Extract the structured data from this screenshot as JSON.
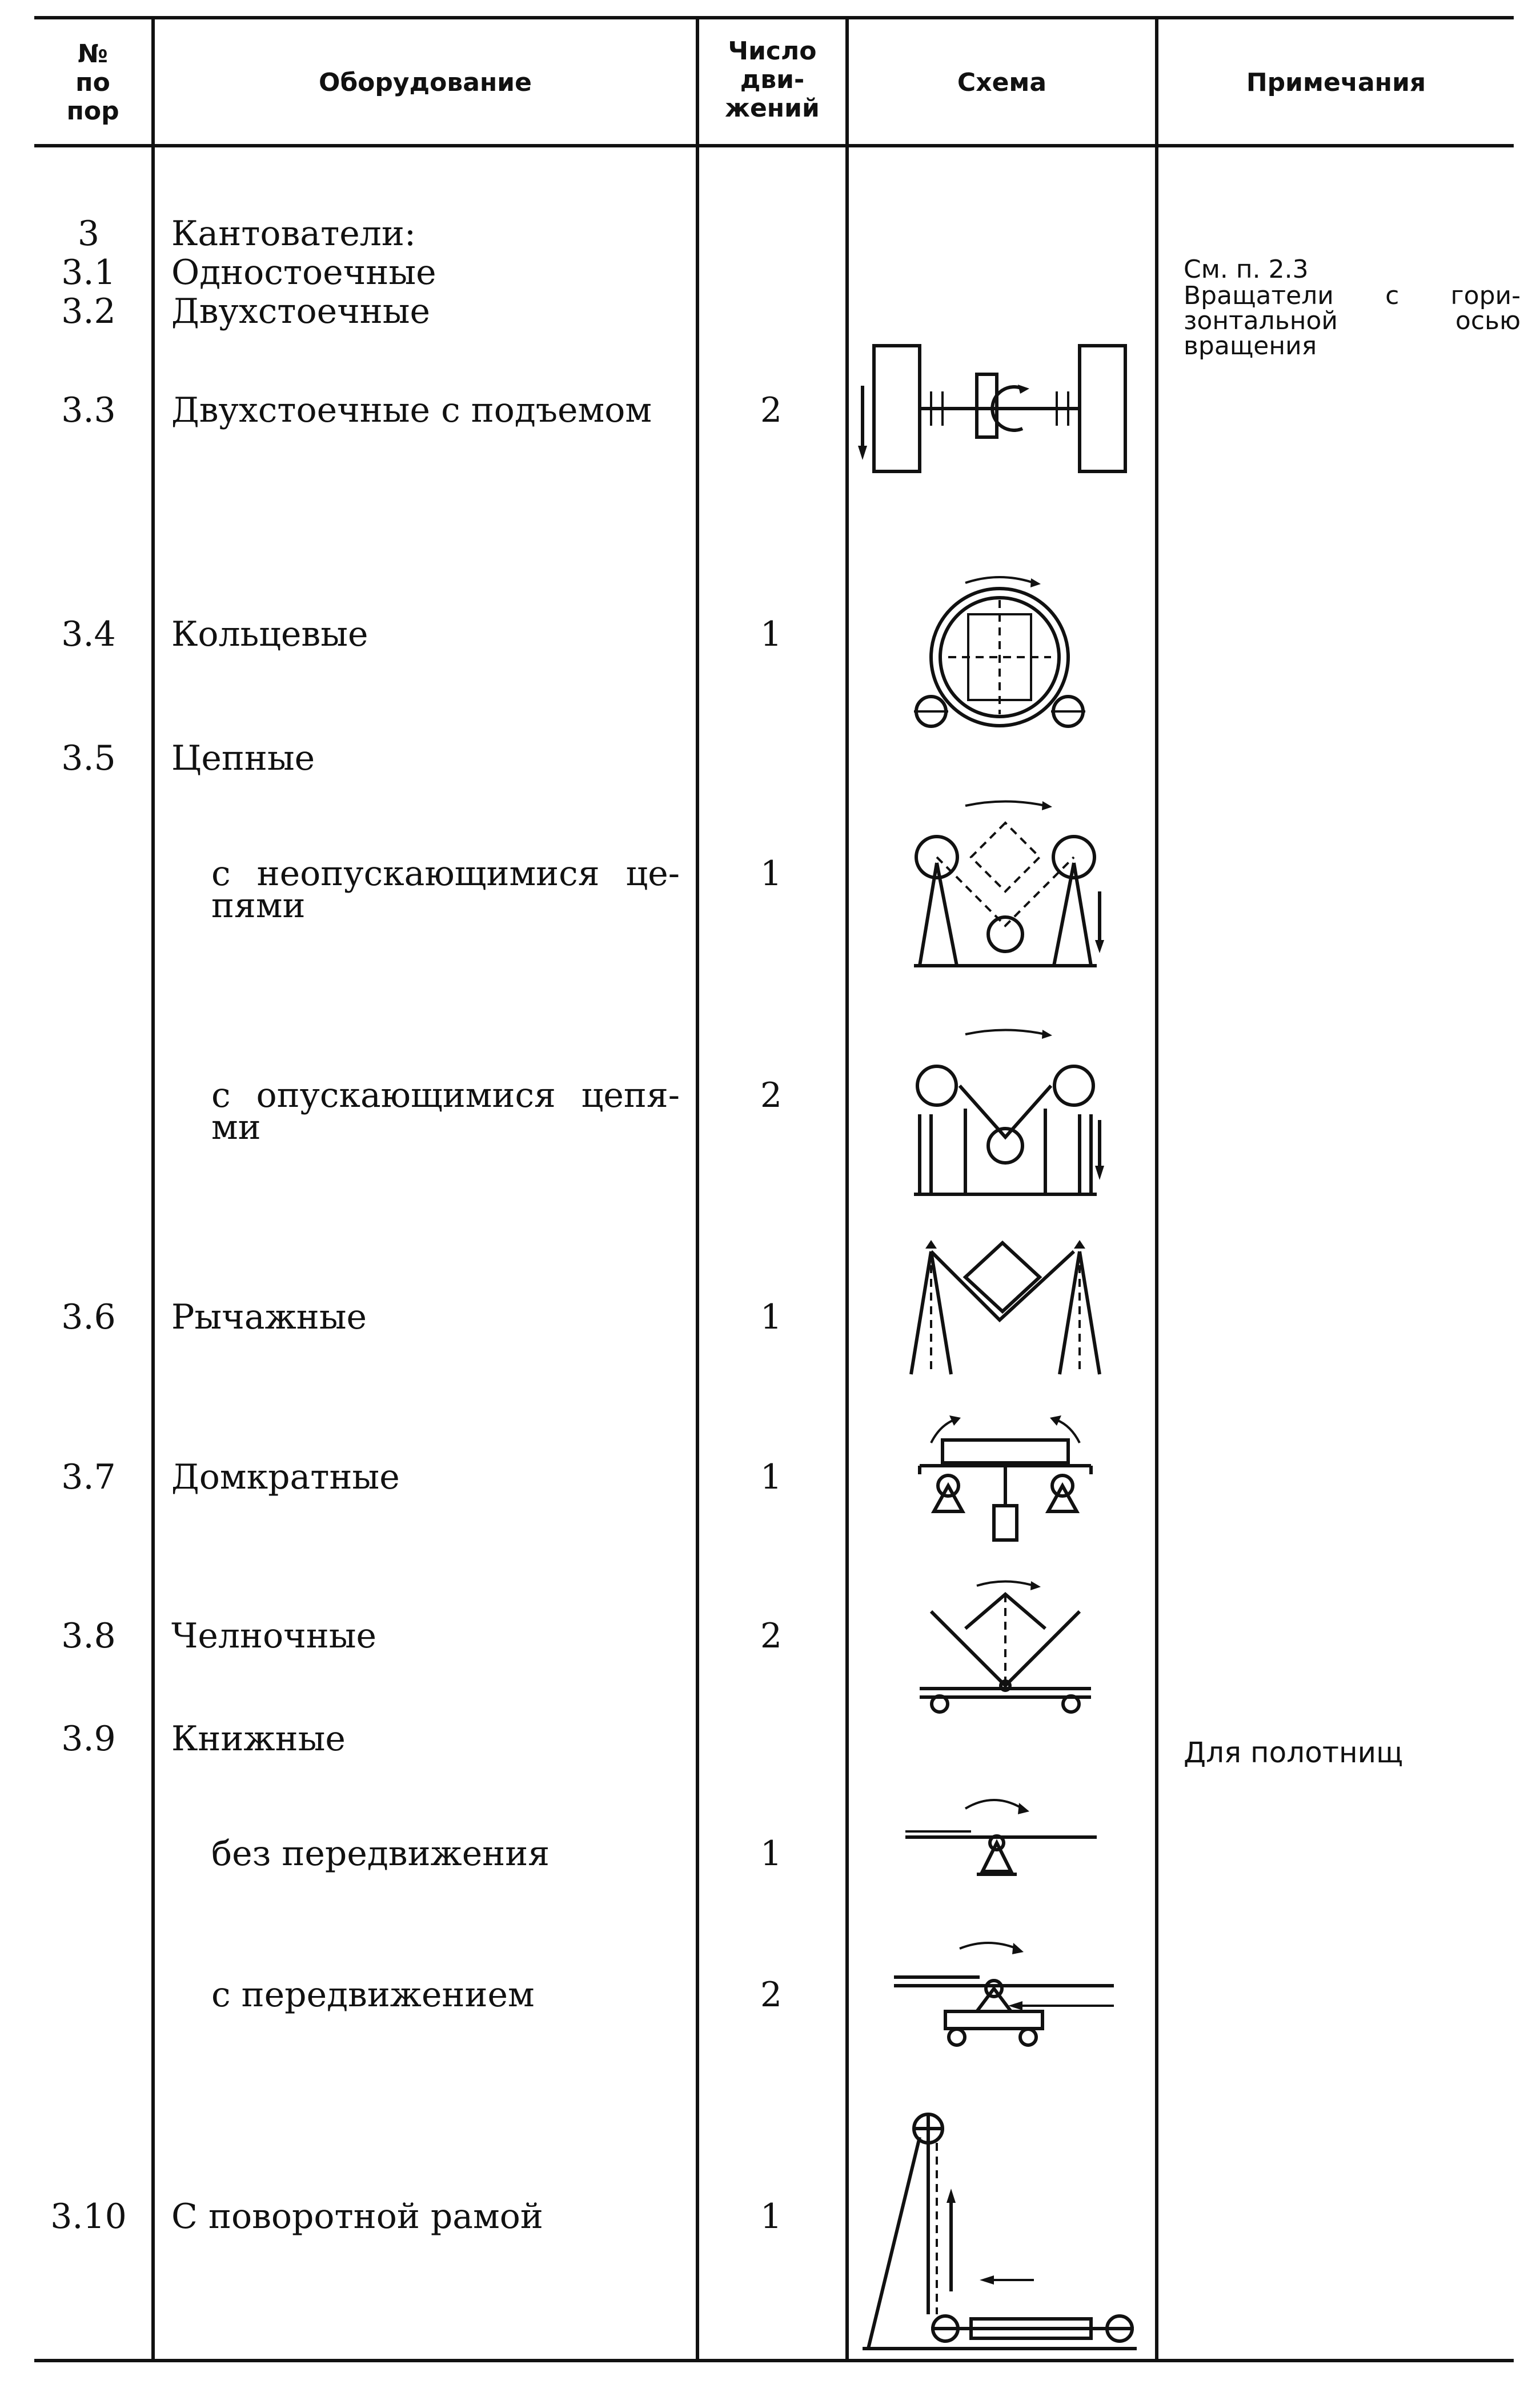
{
  "header": {
    "col_num": [
      "№",
      "по",
      "пор"
    ],
    "col_equipment": "Оборудование",
    "col_count": [
      "Число",
      "дви-",
      "жений"
    ],
    "col_scheme": "Схема",
    "col_notes": "Примечания"
  },
  "rows": [
    {
      "num": "3",
      "equipment": "Кантователи:",
      "count": ""
    },
    {
      "num": "3.1",
      "equipment": "Одностоечные",
      "count": ""
    },
    {
      "num": "3.2",
      "equipment": "Двухстоечные",
      "count": ""
    },
    {
      "num": "3.3",
      "equipment": "Двухстоечные с подъемом",
      "count": "2",
      "scheme_icon": "two-post-lift-scheme-icon"
    },
    {
      "num": "3.4",
      "equipment": "Кольцевые",
      "count": "1",
      "scheme_icon": "ring-scheme-icon"
    },
    {
      "num": "3.5",
      "equipment": "Цепные",
      "count": ""
    },
    {
      "num": "",
      "equipment_lines": [
        "с неопускающимися це-",
        "пями"
      ],
      "count": "1",
      "scheme_icon": "chain-fixed-scheme-icon"
    },
    {
      "num": "",
      "equipment_lines": [
        "с опускающимися цепя-",
        "ми"
      ],
      "count": "2",
      "scheme_icon": "chain-lowering-scheme-icon"
    },
    {
      "num": "3.6",
      "equipment": "Рычажные",
      "count": "1",
      "scheme_icon": "lever-scheme-icon"
    },
    {
      "num": "3.7",
      "equipment": "Домкратные",
      "count": "1",
      "scheme_icon": "jack-scheme-icon"
    },
    {
      "num": "3.8",
      "equipment": "Челночные",
      "count": "2",
      "scheme_icon": "shuttle-scheme-icon"
    },
    {
      "num": "3.9",
      "equipment": "Книжные",
      "count": ""
    },
    {
      "num": "",
      "equipment": "без передвижения",
      "count": "1",
      "scheme_icon": "book-fixed-scheme-icon"
    },
    {
      "num": "",
      "equipment": "с передвижением",
      "count": "2",
      "scheme_icon": "book-moving-scheme-icon"
    },
    {
      "num": "3.10",
      "equipment": "С поворотной рамой",
      "count": "1",
      "scheme_icon": "rotary-frame-scheme-icon"
    }
  ],
  "notes": {
    "n1": "См. п. 2.3",
    "n2_lines": [
      "Вращатели с гори-",
      "зонтальной осью",
      "вращения"
    ],
    "n3": "Для полотнищ"
  }
}
